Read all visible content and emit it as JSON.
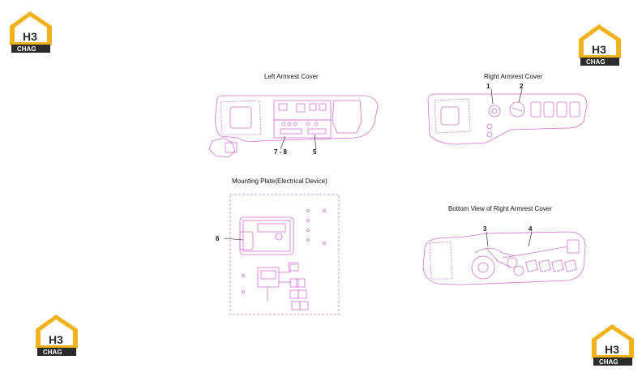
{
  "logos": {
    "brand_text": "H3",
    "sub_text": "CHAG"
  },
  "titles": {
    "left_armrest": "Left Armrest Cover",
    "right_armrest": "Right Armrest Cover",
    "mounting_plate": "Mounting Plate(Electrical Device)",
    "bottom_view": "Bottom View of  Right Armrest Cover"
  },
  "callouts": {
    "c1": "1",
    "c2": "2",
    "c3": "3",
    "c4": "4",
    "c5": "5",
    "c6": "6",
    "c78": "7 - 8"
  },
  "colors": {
    "line": "#d070d0",
    "logo_yellow": "#f2b21c",
    "logo_dark": "#2b2b2b"
  }
}
